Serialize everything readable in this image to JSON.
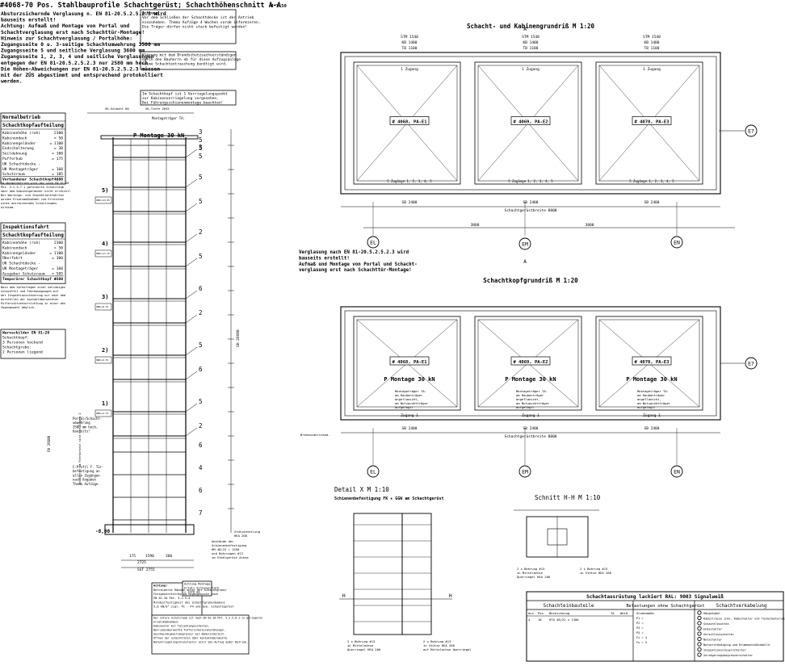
{
  "sheet": {
    "title": "#4068-70 Pos. Stahlbauprofile Schachtgerüst; Schachthöhenschnitt A-A",
    "title_scale": "M 1:50"
  },
  "notes": {
    "glazing_left": [
      "Absturzsichernde Verglasung n. EN 81-20.5.2.5.2.3 wird",
      "bauseits erstellt!",
      "Achtung: Aufmaß und Montage von Portal und",
      "Schachtverglasung erst nach Schachttür-Montage!",
      "Hinweis zur Schachtverglasung / Portalhöhe:",
      "Zugangsseite 0 u. 3-seitige Schachtumwehrung 3500 mm",
      "Zugangsseite 5 und seitliche Verglasung 3600 mm",
      "Zugangsseite 1, 2, 3, 4 und seitliche Verglasungen",
      "entgegen der EN 81-20.5.2.5.2.3 nur 2580 mm hoch.",
      "Die Höhen-Abweichungen zur EN 81-20.5.2.5.2.3 müssen",
      "mit der ZÜS abgestimmt und entsprechend protokolliert",
      "werden."
    ],
    "achtung": [
      "Achtung!",
      "Vor dem Schließen der Schachtdecke ist der Antrieb",
      "einzuheben. Thema Aufzüge 4 Wochen vorab informieren.",
      "Die Träger dürfen nicht stark befestigt werden!"
    ],
    "klaerung": [
      "Klärung mit dem Brandschutzsachverständigen",
      "durch den Bauherrn ob für diese Aufzugsanlage",
      "keine Schachtentrauchung benötigt wird."
    ],
    "schachtkopf": [
      "Im Schachtkopf ist 1 Verriegelungspunkt",
      "zur Kabinenverriegelung vorgesehen.",
      "Bei Führungsschienenmontage beachten!"
    ],
    "glazing_right": [
      "Verglasung nach EN 81-20.5.2.5.2.3 wird",
      "bauseits erstellt!",
      "Aufmaß und Montage von Portal und Schacht-",
      "verglasung erst nach Schachttür-Montage!"
    ],
    "warnschilder": [
      "Warnschilder EN 81-20",
      "Schachtkopf:",
      "3 Personen hockend",
      "Schachtgrube:",
      "2 Personen liegend"
    ],
    "achtung_bottom": [
      "Achtung!",
      "Betreiberes Räumen unter der Schachtgrube/",
      "Fussgewichtsträg am Gegengewicht nach",
      "EN 81-20 Pkt. 5.2.5.4",
      "Mindestfestigkeit des Schachtgrubenbodens",
      "5,0 kN/m² zzgl. P1 - P4 und bzw. Schachtgerüst"
    ],
    "schutzraum": [
      "Der untere Schutzraum ist nach EN 81-20 Pkt. 5.2.5.8.1 zu geringeren",
      "Ersatzmaßnahmen:",
      "Kabinentür mit Tatsahlangsschalten.",
      "Betriebsüberwachte Pufferschalteranordnungen.",
      "Geschwindigkeitsbegrenzer mit Abmelschaltern.",
      "Öffnen der Schachttüren über kontaktüberwachte",
      "Notentriegelung/Grenztaster setzt den Aufzug außer Betrieb."
    ],
    "montagelast": [
      "Achtung Montage:",
      "Ersatz Schienenstück",
      "= 1970 mm"
    ],
    "portal": [
      "Portal/Schacht-",
      "umwehrung",
      "3500 mm hoch,",
      "bauseits!"
    ],
    "cprofil": [
      "C-Profil f. Tür-",
      "befestigung an",
      "allen Zugängen",
      "nach Angaben",
      "Thema Aufzüge."
    ]
  },
  "tables": {
    "normal": {
      "title1": "Normalbetrieb",
      "title2": "Schachtkopfaufteilung",
      "rows": [
        [
          "Kabinenhöhe (roh)",
          "2300"
        ],
        [
          "Kabinendach",
          "50"
        ],
        [
          "Kabinengeländer",
          "1100"
        ],
        [
          "Endschalterweg",
          "30"
        ],
        [
          "Seildehnung",
          "100"
        ],
        [
          "Pufferhub",
          "175"
        ],
        [
          "UK Schachtdecke -",
          ""
        ],
        [
          "UK Montageträger",
          "160"
        ],
        [
          "Schutzraum",
          "185"
        ],
        [
          "Vorhandener Schachtkopf =",
          "4100"
        ]
      ]
    },
    "inspektion": {
      "title1": "Inspektionsfahrt",
      "title2": "Schachtkopfaufteilung",
      "rows": [
        [
          "Kabinenhöhe (roh)",
          "2300"
        ],
        [
          "Kabinendach",
          "50"
        ],
        [
          "Kabinengeländer",
          "1100"
        ],
        [
          "Überfahrt",
          "300"
        ],
        [
          "UK Schachtdecke -",
          ""
        ],
        [
          "UK Montageträger",
          "160"
        ],
        [
          "Ausgeber Schutzraum",
          "585"
        ],
        [
          "Temporärer Schachtkopf =",
          "4500"
        ]
      ]
    }
  },
  "views": {
    "plan_top": {
      "title": "Schacht- und Kabinengrundriß",
      "scale": "M 1:20"
    },
    "plan_kopf": {
      "title": "Schachtkopfgrundriß",
      "scale": "M 1:20"
    },
    "detail_x": {
      "title": "Detail X",
      "scale": "M 1:10",
      "subtitle": "Schienenbefestigung FK + GGW am Schachtgerüst"
    },
    "schnitt_hh": {
      "title": "Schnitt H-H",
      "scale": "M 1:10"
    }
  },
  "labels": {
    "section_a": "A",
    "axis_el": "EL",
    "axis_em": "EM",
    "axis_en": "EN",
    "axis_e7": "E7",
    "p_montage": "P Montage 30 kN",
    "cars": [
      "# 4068, PA-E1",
      "# 4069, PA-E2",
      "# 4070, PA-E3"
    ],
    "zugang_top": [
      "1 Zugang",
      "1 Zugang",
      "1 Zugang"
    ],
    "zugang_bottom": [
      "5 Zugänge 1, 2, 3, 4, 5",
      "5 Zugänge 1, 2, 3, 4, 5",
      "5 Zugänge 1, 2, 3, 4, 5"
    ],
    "sb": [
      "SB 2400",
      "SB 2400",
      "SB 2400"
    ],
    "stm": [
      "STM 1540",
      "STM 1540",
      "STM 1540"
    ],
    "kb": [
      "KB 1400",
      "KB 1400",
      "KB 1400"
    ],
    "tb": [
      "TB 1100",
      "TB 1100",
      "TB 1100"
    ],
    "total_width": "Schachtgerüstbreite 8000",
    "dim_3800": "3800",
    "montagetraeger": [
      "Montageträger TA:",
      "am Haubenträger",
      "angeflanscht,",
      "am Nutzpunktträger",
      "aufgelegt!"
    ],
    "zugang_kopf": [
      "Zugang 1",
      "Zugang 1",
      "Zugang 1"
    ],
    "pos_numbers": [
      "3",
      "5",
      "5",
      "2",
      "5",
      "6",
      "2",
      "5",
      "6",
      "5",
      "2",
      "5",
      "6",
      "5",
      "2",
      "5",
      "6",
      "5",
      "2",
      "5",
      "6",
      "4",
      "6",
      "7"
    ],
    "level_marks": [
      "5)",
      "4)",
      "3)",
      "2)",
      "1)"
    ],
    "bottom_dims": [
      "175",
      "1590",
      "360",
      "2725",
      "SGT 2755",
      "-8,00"
    ],
    "dim_vk": "VK-Schacht 80",
    "dim_sk": "SK-Tiefe 2645",
    "height_total": "SH 26600",
    "stuetzen": [
      "Stützenteilung",
      "HEA 200"
    ],
    "abstaende": [
      "Abstände der",
      "Schienenbefestigung",
      "HM 48/22 = 1550",
      "und Bohrungen #13",
      "im Stahlgerüst-Achse"
    ],
    "detail_notes": [
      "2 x Bohrung #13",
      "in Mittelachse",
      "Querriegel HEA 200"
    ],
    "detail_notes_b": [
      "2 x Bohrung #13",
      "in Stütze HEA 200",
      "auf Mittelachse Querriegel"
    ],
    "detail_notes_c": [
      "2 x Bohrung #13",
      "in Mittelachse",
      "Querriegel HEA 200"
    ],
    "detail_notes_d": [
      "2 x Bohrung #13",
      "in Stütze HEA 200"
    ]
  },
  "title_block": {
    "header": "Schachtausrüstung lackiert RAL: 9003 Signalweiß",
    "col1": "Schachteinbauteile",
    "col2": "Belastungen ohne Schachtgerüst",
    "col3": "Schachtverkabelung",
    "subhead": [
      "Anz.",
      "Pos.",
      "Bezeichnung",
      "TA",
      "Weiß"
    ],
    "row1": [
      "4",
      "18",
      "HTA 48/22 x 1300",
      "",
      ""
    ],
    "loads": [
      "Grubenmaße",
      "P1 =",
      "P2 =",
      "P3 =",
      "P4 =",
      "Fv = 4",
      "Fx = 3"
    ],
    "cabling": [
      "Hängekabel",
      "Kabeltrasse inkl. Kabelhalter und Tackelmaterial",
      "Schachtleuchten",
      "Endschalter",
      "Verschlussschalter",
      "Notschalter",
      "Notverständigung und Brummanstoßtabelle",
      "Inspektionssteuerschalter",
      "Verzögerungsbegrenzerschalter"
    ]
  }
}
